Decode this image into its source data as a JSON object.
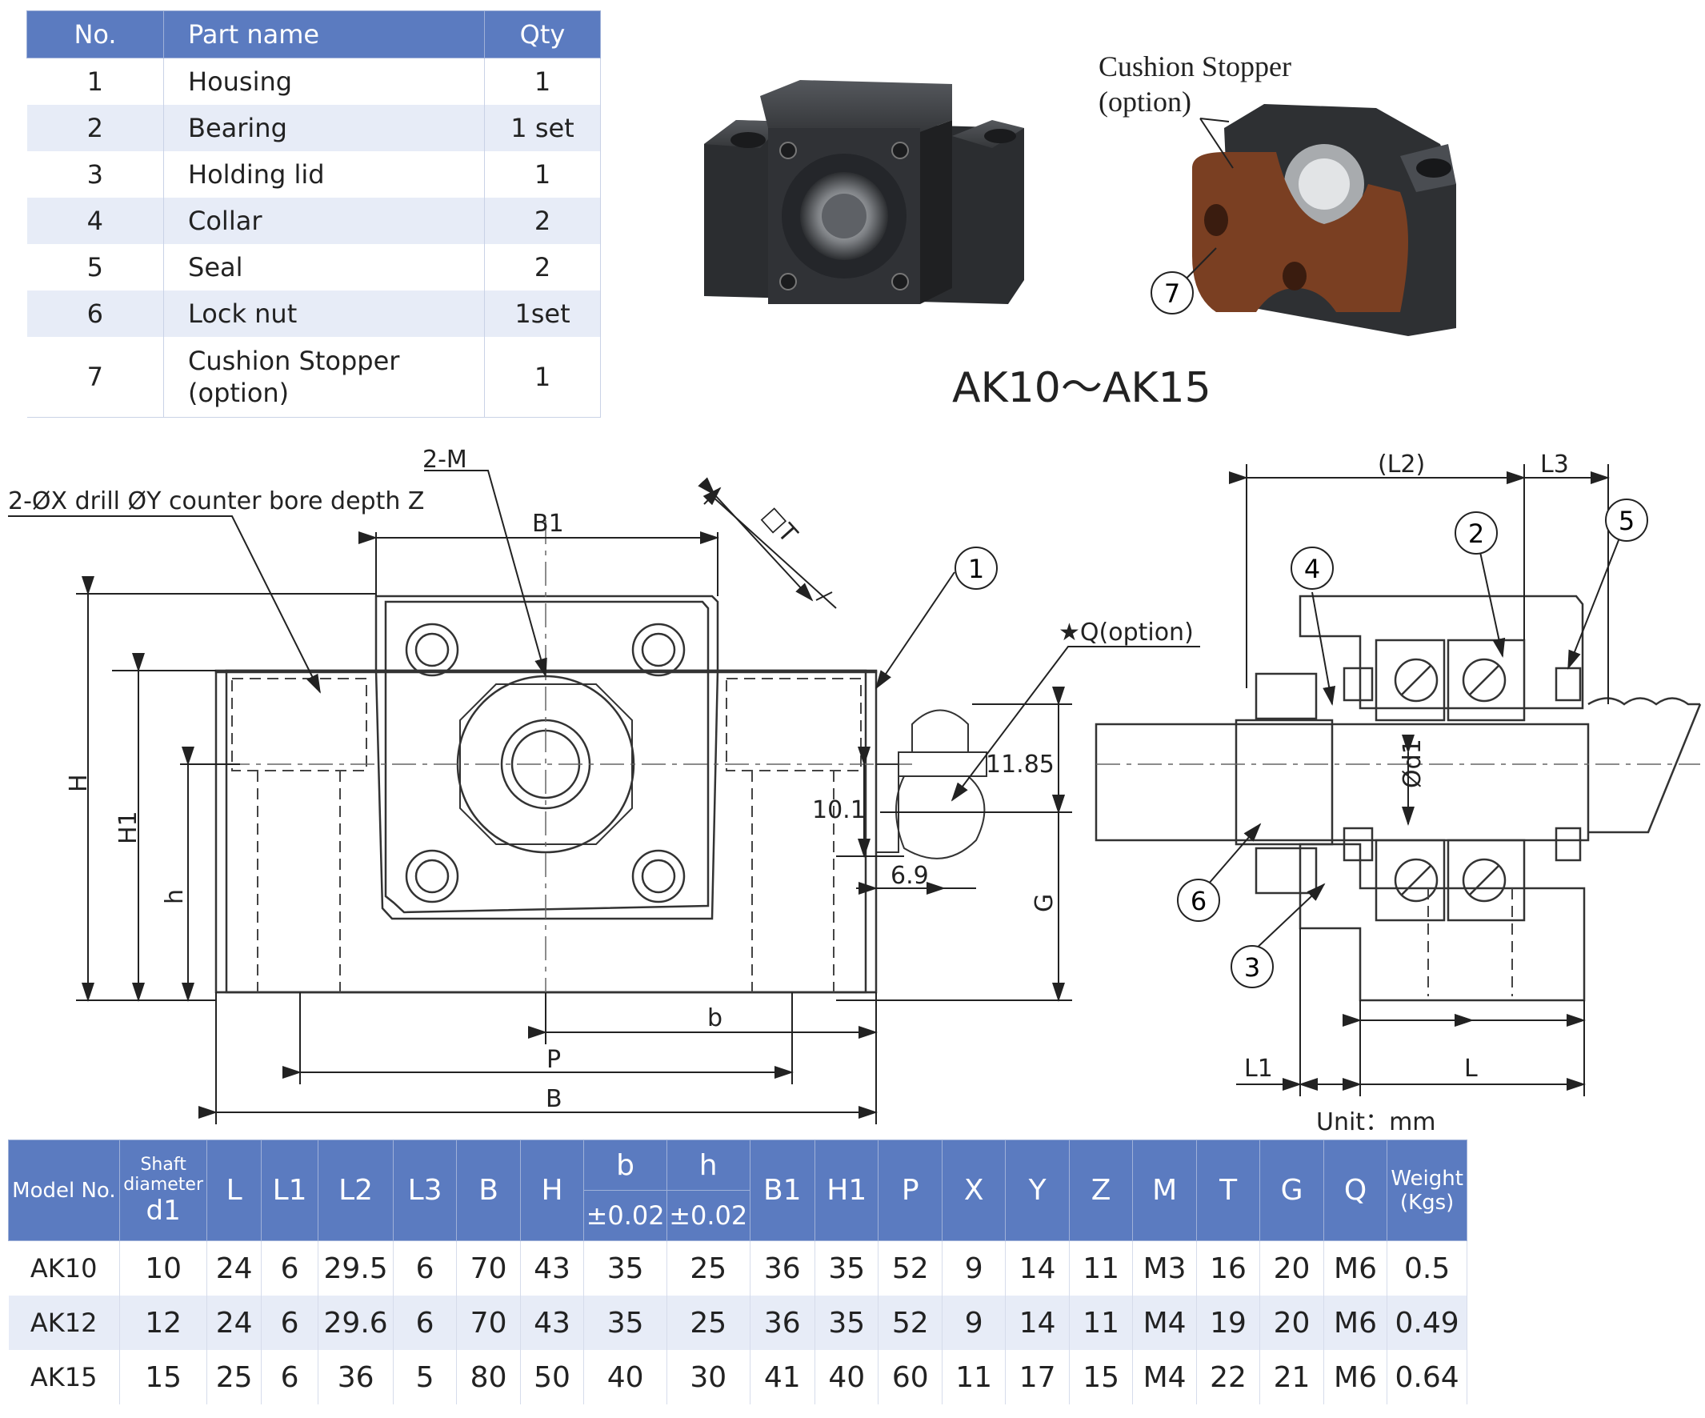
{
  "parts_table": {
    "headers": [
      "No.",
      "Part name",
      "Qty"
    ],
    "rows": [
      {
        "no": "1",
        "name": "Housing",
        "name2": "",
        "qty": "1"
      },
      {
        "no": "2",
        "name": "Bearing",
        "name2": "",
        "qty": "1 set"
      },
      {
        "no": "3",
        "name": "Holding lid",
        "name2": "",
        "qty": "1"
      },
      {
        "no": "4",
        "name": "Collar",
        "name2": "",
        "qty": "2"
      },
      {
        "no": "5",
        "name": "Seal",
        "name2": "",
        "qty": "2"
      },
      {
        "no": "6",
        "name": "Lock nut",
        "name2": "",
        "qty": "1set"
      },
      {
        "no": "7",
        "name": "Cushion Stopper",
        "name2": "(option)",
        "qty": "1"
      }
    ]
  },
  "photos": {
    "cushion_label_line1": "Cushion Stopper",
    "cushion_label_line2": "(option)",
    "callout_7": "7",
    "model_range": "AK10～AK15"
  },
  "drawing_labels": {
    "drill_note": "2-ØX drill ØY counter bore depth Z",
    "tap_2m": "2-M",
    "b1": "B1",
    "square_t": "□T",
    "h_total": "H",
    "h1": "H1",
    "h_small": "h",
    "b_small": "b",
    "p": "P",
    "b_total": "B",
    "q_option": "★Q(option)",
    "dim_1185": "11.85",
    "dim_101": "10.1",
    "dim_69": "6.9",
    "g": "G",
    "l2": "(L2)",
    "l3": "L3",
    "od1": "Ød1",
    "l1": "L1",
    "l": "L",
    "unit": "Unit：mm",
    "callouts": [
      "1",
      "2",
      "3",
      "4",
      "5",
      "6"
    ]
  },
  "spec_table": {
    "header_model": "Model No.",
    "header_shaft_1": "Shaft",
    "header_shaft_2": "diameter",
    "header_shaft_3": "d1",
    "header_b": "b",
    "header_h": "h",
    "header_tol_b": "±0.02",
    "header_tol_h": "±0.02",
    "header_weight_1": "Weight",
    "header_weight_2": "(Kgs)",
    "cols_before": [
      "L",
      "L1",
      "L2",
      "L3",
      "B",
      "H"
    ],
    "cols_after": [
      "B1",
      "H1",
      "P",
      "X",
      "Y",
      "Z",
      "M",
      "T",
      "G",
      "Q"
    ],
    "rows": [
      [
        "AK10",
        "10",
        "24",
        "6",
        "29.5",
        "6",
        "70",
        "43",
        "35",
        "25",
        "36",
        "35",
        "52",
        "9",
        "14",
        "11",
        "M3",
        "16",
        "20",
        "M6",
        "0.5"
      ],
      [
        "AK12",
        "12",
        "24",
        "6",
        "29.6",
        "6",
        "70",
        "43",
        "35",
        "25",
        "36",
        "35",
        "52",
        "9",
        "14",
        "11",
        "M4",
        "19",
        "20",
        "M6",
        "0.49"
      ],
      [
        "AK15",
        "15",
        "25",
        "6",
        "36",
        "5",
        "80",
        "50",
        "40",
        "30",
        "41",
        "40",
        "60",
        "11",
        "17",
        "15",
        "M4",
        "22",
        "21",
        "M6",
        "0.64"
      ]
    ]
  },
  "colors": {
    "header_blue": "#5b7bc0",
    "stripe": "#e7ecf7",
    "housing_black": "#2b2d30",
    "cushion_brown": "#7a3f22"
  }
}
